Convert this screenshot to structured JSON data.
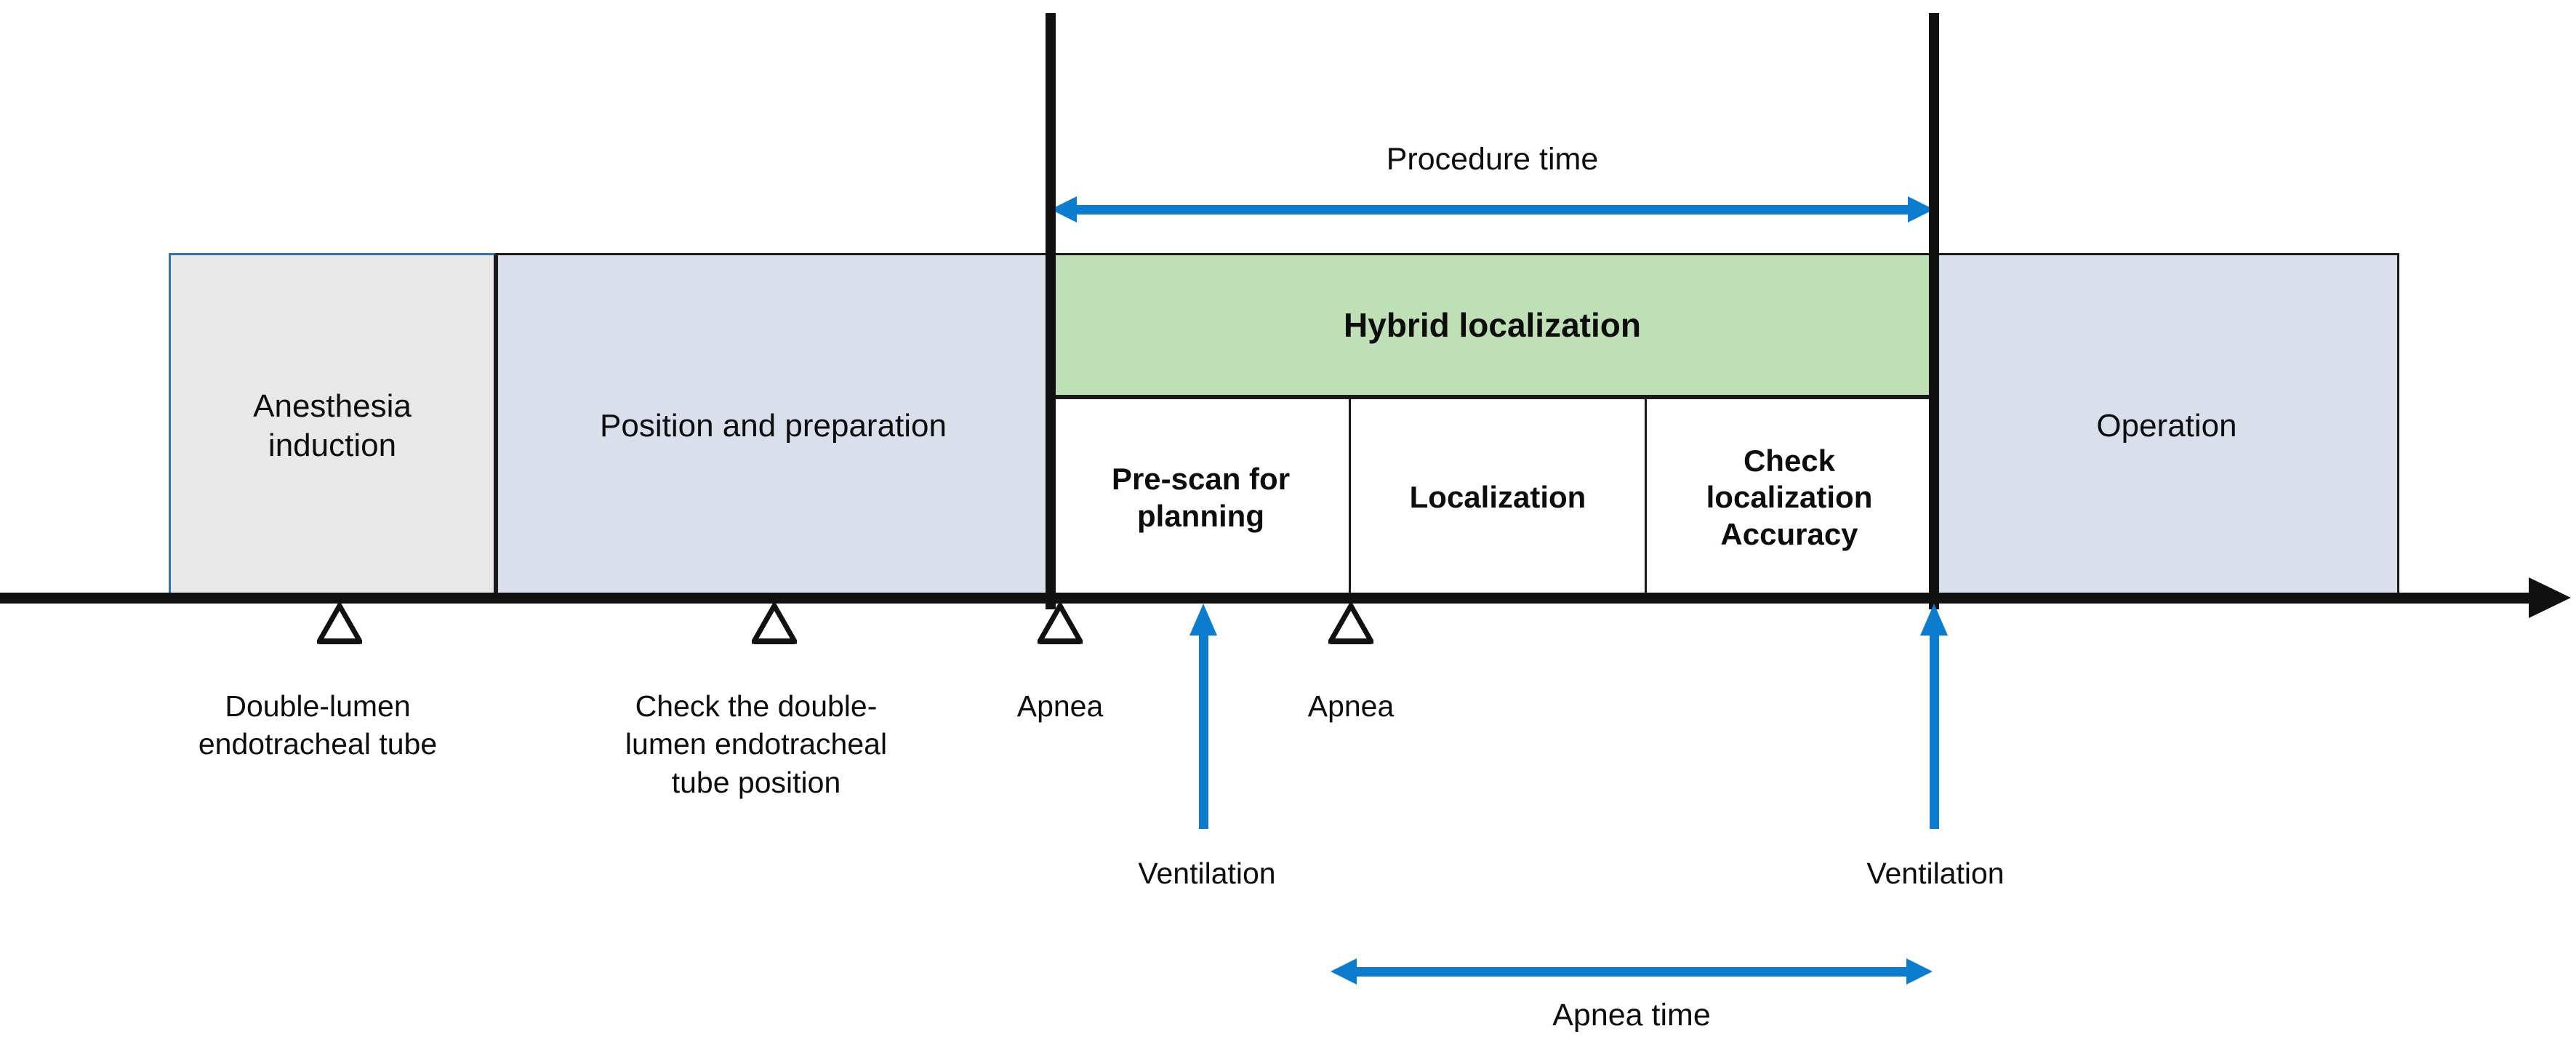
{
  "diagram": {
    "title": "Hybrid localization surgical workflow timeline",
    "colors": {
      "accent_blue": "#0C7CCE",
      "phase_blue_gray": "#D9E0EC",
      "phase_gray": "#E8E8E8",
      "hybrid_green": "#BFE0B6",
      "axis_black": "#111111",
      "anesthesia_border_blue": "#2E75B6"
    }
  },
  "phases": [
    {
      "id": "anesthesia",
      "label": "Anesthesia\ninduction"
    },
    {
      "id": "position",
      "label": "Position and preparation"
    },
    {
      "id": "operation",
      "label": "Operation"
    }
  ],
  "hybrid": {
    "band_label": "Hybrid localization",
    "steps": [
      {
        "id": "pre-scan",
        "label": "Pre-scan for\nplanning"
      },
      {
        "id": "localization",
        "label": "Localization"
      },
      {
        "id": "check-accuracy",
        "label": "Check\nlocalization\nAccuracy"
      }
    ]
  },
  "markers": [
    {
      "id": "double-lumen-tube",
      "label": "Double-lumen\nendotracheal tube"
    },
    {
      "id": "check-tube-position",
      "label": "Check the double-\nlumen endotracheal\ntube position"
    },
    {
      "id": "apnea-start",
      "label": "Apnea"
    },
    {
      "id": "apnea-second",
      "label": "Apnea"
    }
  ],
  "ventilation": [
    {
      "id": "ventilation-first",
      "label": "Ventilation"
    },
    {
      "id": "ventilation-second",
      "label": "Ventilation"
    }
  ],
  "measures": [
    {
      "id": "procedure-time",
      "label": "Procedure  time"
    },
    {
      "id": "apnea-time",
      "label": "Apnea  time"
    }
  ]
}
